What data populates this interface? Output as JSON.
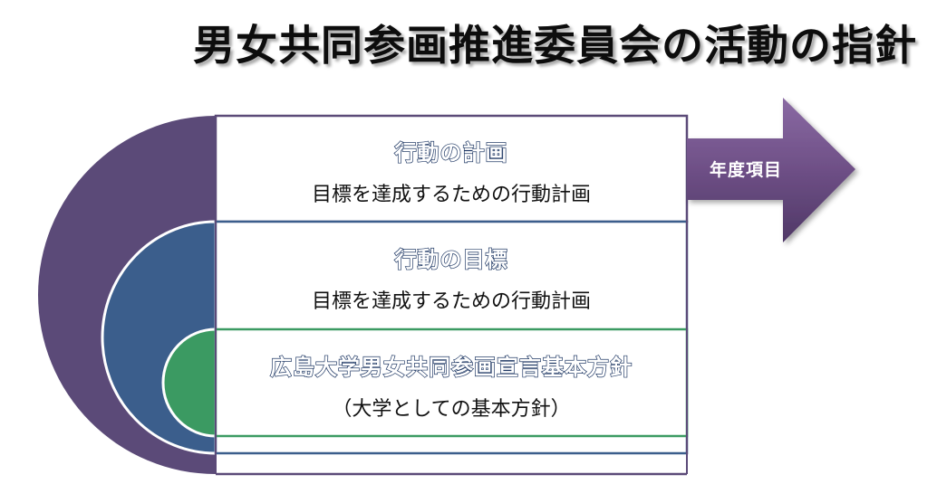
{
  "title": "男女共同参画推進委員会の活動の指針",
  "colors": {
    "outer_arc": "#5b4a78",
    "middle_arc": "#3b5e8c",
    "inner_arc": "#3b9a62",
    "arrow": "#6e4f86",
    "box_border_top": "#5b4a78",
    "box_border_mid": "#3b5e8c",
    "box_border_inner": "#3b9a62"
  },
  "layers": [
    {
      "heading": "行動の計画",
      "body": "目標を達成するための行動計画"
    },
    {
      "heading": "行動の目標",
      "body": "目標を達成するための行動計画"
    },
    {
      "heading": "広島大学男女共同参画宣言基本方針",
      "body": "（大学としての基本方針）"
    }
  ],
  "arrow": {
    "label": "年度項目"
  }
}
